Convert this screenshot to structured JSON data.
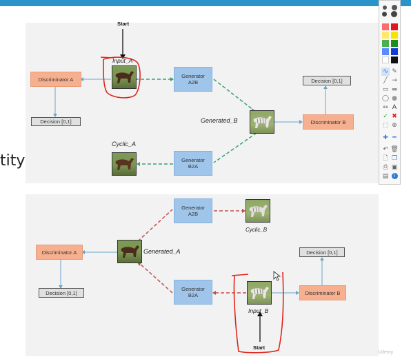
{
  "top": {
    "start_label": "Start",
    "input_label": "Input_A",
    "discriminator_a": "Discriminator A",
    "decision_a": "Decision [0,1]",
    "generator_a2b": "Generator\nA2B",
    "generated_label": "Generated_B",
    "discriminator_b": "Discriminator B",
    "decision_b": "Decision [0,1]",
    "cyclic_label": "Cyclic_A",
    "generator_b2a": "Generator\nB2A"
  },
  "bottom": {
    "generator_a2b": "Generator\nA2B",
    "cyclic_label": "Cyclic_B",
    "discriminator_a": "Discriminator A",
    "generated_label": "Generated_A",
    "decision_a": "Decision [0,1]",
    "generator_b2a": "Generator\nB2A",
    "decision_b": "Decision [0,1]",
    "discriminator_b": "Discriminator B",
    "input_label": "Input_B",
    "start_label": "Start"
  },
  "side_text": "tity",
  "watermark": "Udemy",
  "colors": {
    "accent_bar": "#2a93c9",
    "discriminator": "#f7b08f",
    "generator": "#9fc5ea",
    "decision": "#e0e0e0",
    "dashed_green": "#3a9e7a",
    "dashed_red": "#c0504d",
    "annotation_red": "#e0251b"
  },
  "palette_colors": [
    "#ff6b6b",
    "#e0161d",
    "#ffe86b",
    "#f2e600",
    "#4caf50",
    "#1e8c1e",
    "#5b8cff",
    "#1538d9",
    "#ffffff",
    "#111111"
  ],
  "tools": [
    "pen-icon",
    "pencil-icon",
    "line-icon",
    "arrow-icon",
    "rectangle-icon",
    "filled-rectangle-icon",
    "ellipse-icon",
    "filled-ellipse-icon",
    "double-arrow-icon",
    "text-icon",
    "check-icon",
    "cross-icon",
    "select-icon",
    "zoom-icon",
    "plus-icon",
    "minus-icon",
    "undo-icon",
    "delete-icon",
    "new-page-icon",
    "copy-icon",
    "print-icon",
    "save-icon",
    "screenshot-icon",
    "info-icon"
  ]
}
